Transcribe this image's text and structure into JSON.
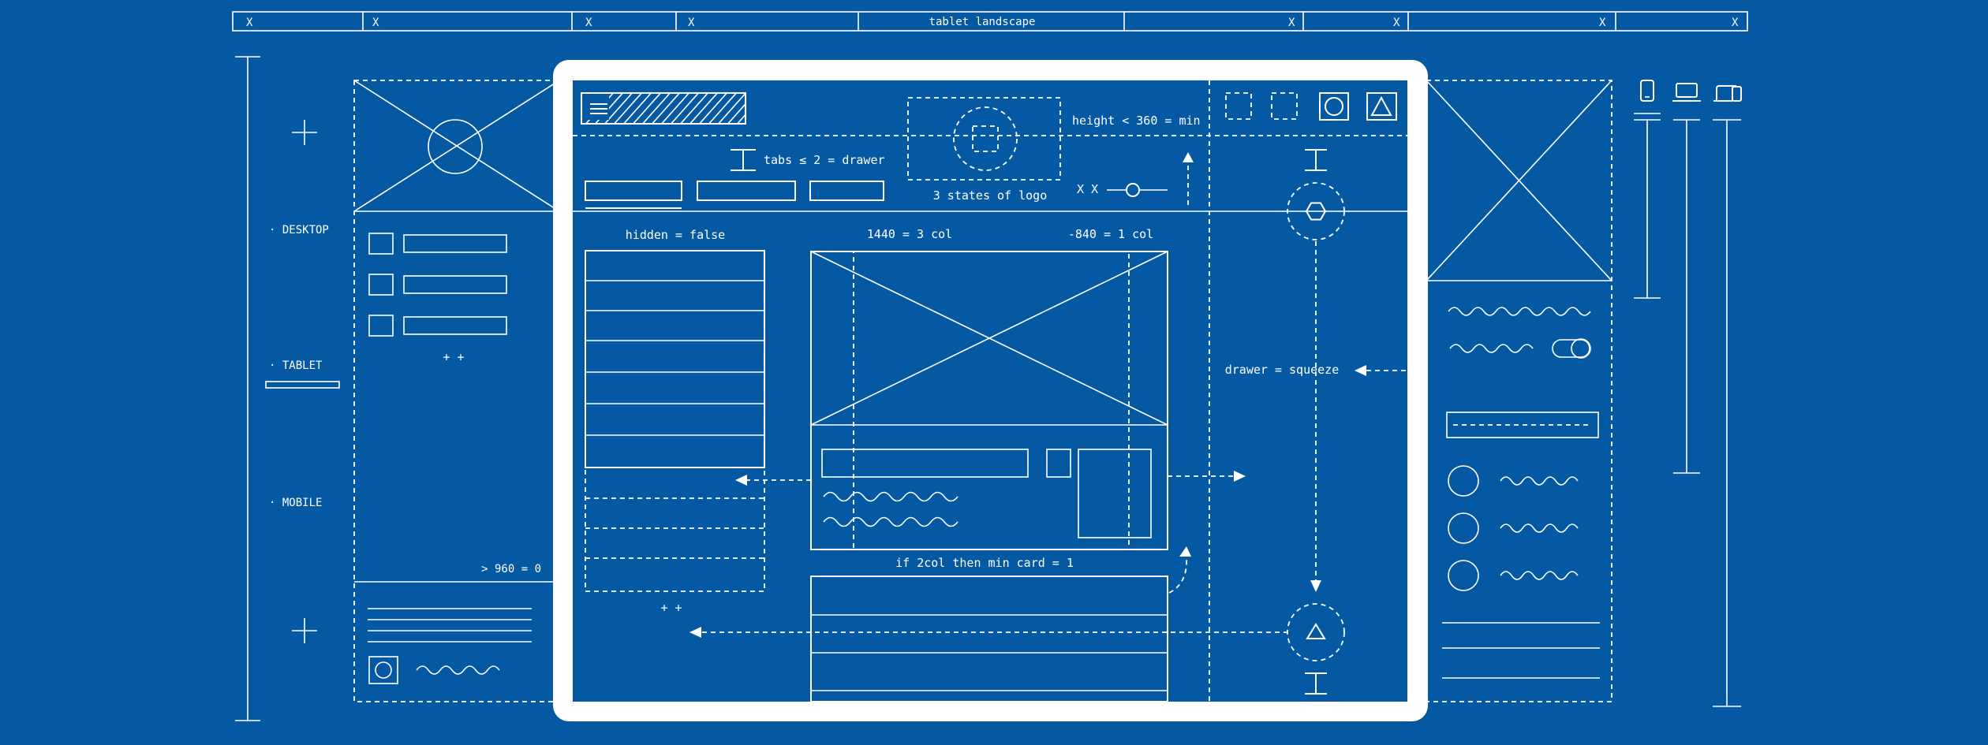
{
  "colors": {
    "background": "#0559a3",
    "line": "#ffffff"
  },
  "top_ruler": {
    "center_label": "tablet landscape",
    "left_marks": [
      "X",
      "X",
      "X",
      "X"
    ],
    "right_marks": [
      "X",
      "X",
      "X",
      "X"
    ]
  },
  "breakpoints": {
    "desktop": "· DESKTOP",
    "tablet": "· TABLET",
    "mobile": "· MOBILE"
  },
  "annotations": {
    "tabs_rule": "tabs ≤ 2 = drawer",
    "logo_states": "3 states of logo",
    "height_rule": "height <  360 = min",
    "xx_label": "X X",
    "hidden_rule": "hidden = false",
    "col_1440": "1440 = 3 col",
    "col_840": "-840 = 1 col",
    "drawer_rule": "drawer = squeeze",
    "card_rule": "if 2col then min card = 1",
    "gt_960": "> 960 = 0",
    "plus_left": "+ +",
    "plus_center": "+ +"
  },
  "device_icons": [
    "phone-icon",
    "laptop-icon",
    "responsive-devices-icon"
  ]
}
